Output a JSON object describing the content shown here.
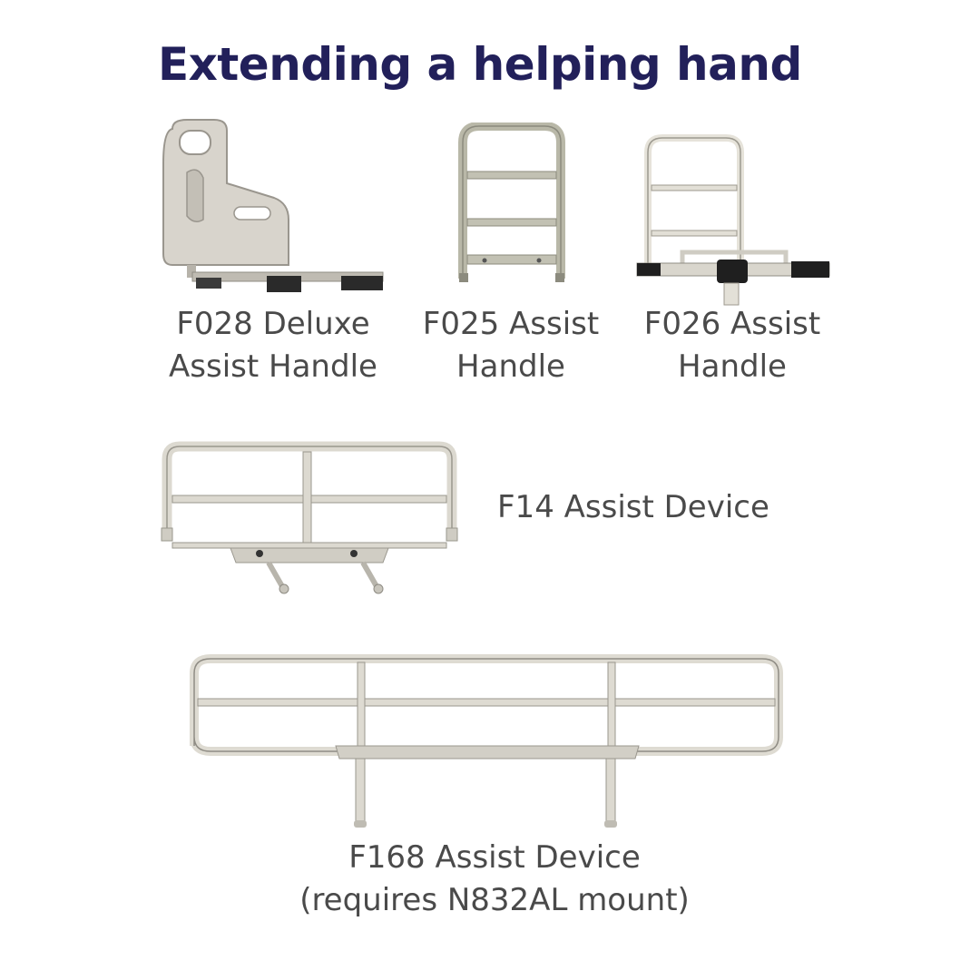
{
  "title": "Extending a helping hand",
  "products": [
    {
      "icon": "deluxe-assist-handle-image",
      "lines": [
        "F028 Deluxe",
        "Assist Handle"
      ]
    },
    {
      "icon": "assist-handle-image",
      "lines": [
        "F025 Assist",
        "Handle"
      ]
    },
    {
      "icon": "assist-handle-with-mount-image",
      "lines": [
        "F026 Assist",
        "Handle"
      ]
    },
    {
      "icon": "assist-device-image",
      "lines": [
        "F14 Assist Device"
      ]
    },
    {
      "icon": "long-assist-device-image",
      "lines": [
        "F168 Assist Device",
        "(requires N832AL mount)"
      ]
    }
  ],
  "colors": {
    "title": "#22205a",
    "caption": "#4a4a4a",
    "rail": "#d6d3cb",
    "rail_outline": "#8f8c84",
    "clamp": "#222222"
  }
}
